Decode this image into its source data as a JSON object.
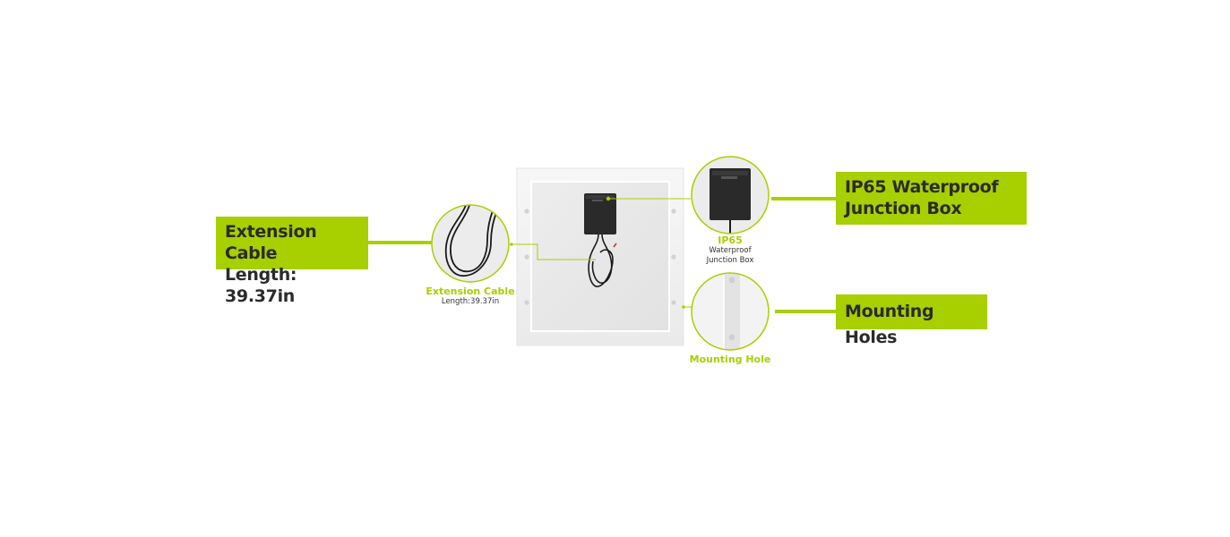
{
  "callouts": {
    "extension_cable": {
      "title_line1": "Extension Cable",
      "title_line2": "Length: 39.37in",
      "caption_title": "Extension Cable",
      "caption_sub": "Length:39.37in"
    },
    "junction_box": {
      "title_line1": "IP65 Waterproof",
      "title_line2": "Junction Box",
      "caption_title": "IP65",
      "caption_sub1": "Waterproof",
      "caption_sub2": "Junction Box"
    },
    "mounting_holes": {
      "title": "Mounting Holes",
      "caption_title": "Mounting Hole"
    }
  },
  "colors": {
    "accent": "#a8cf00",
    "label_text": "#2b2b2b",
    "panel_frame": "#f1f1f1",
    "panel_back": "#e8e8e8",
    "junction_box": "#2a2a2a"
  },
  "icons": {
    "panel": "solar-panel-back",
    "box": "junction-box",
    "cable": "coiled-cable"
  }
}
